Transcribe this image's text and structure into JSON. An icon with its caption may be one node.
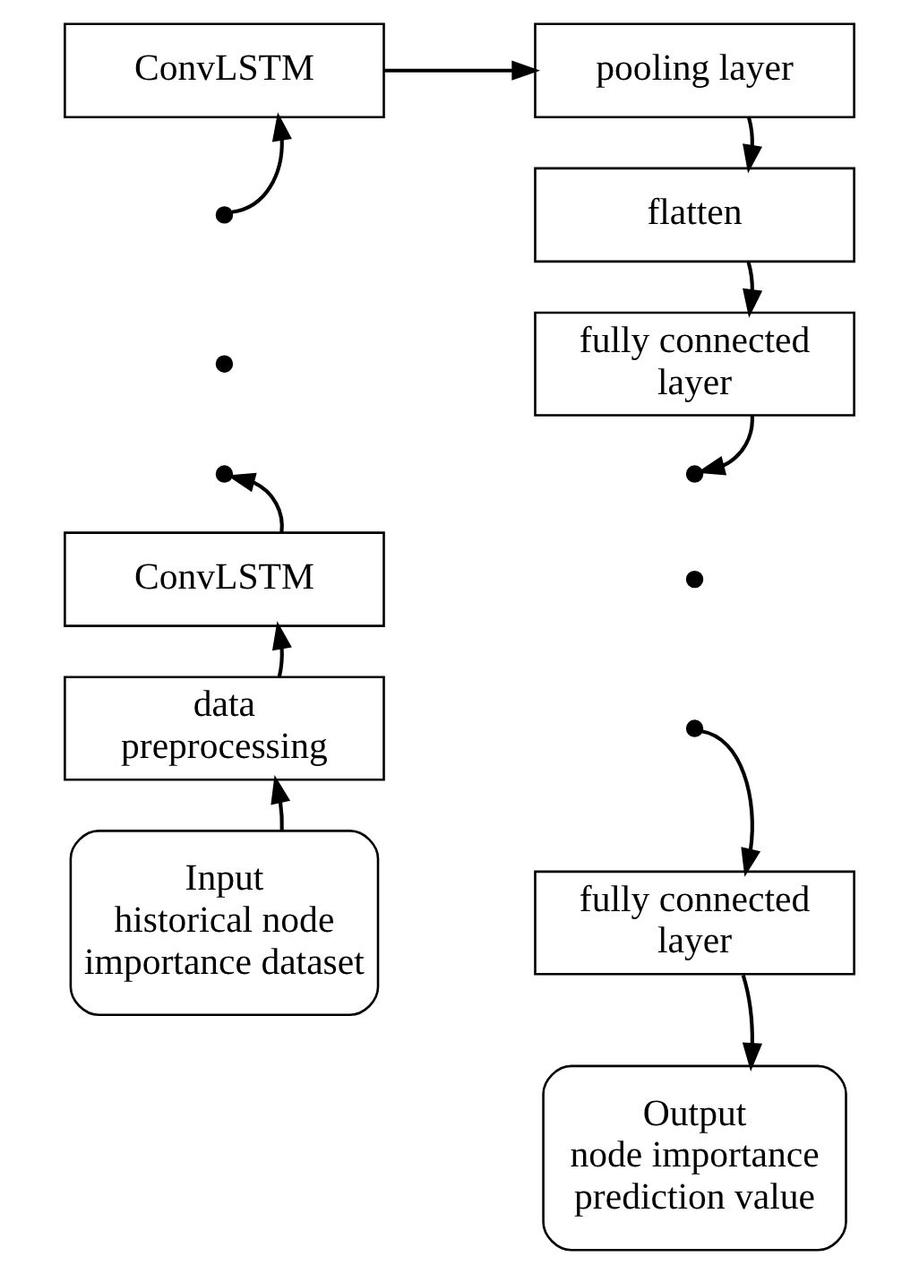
{
  "diagram": {
    "nodes": [
      {
        "text": [
          "Input historical node importance dataset"
        ]
      },
      {
        "text": [
          "data preprocessing"
        ]
      },
      {
        "text": [
          "ConvLSTM"
        ]
      },
      {
        "text": [],
        "shape": "dot"
      },
      {
        "text": [],
        "shape": "dot"
      },
      {
        "text": [],
        "shape": "dot"
      },
      {
        "text": [
          "ConvLSTM"
        ]
      },
      {
        "text": [
          "pooling layer"
        ]
      },
      {
        "text": [
          "flatten"
        ]
      },
      {
        "text": [
          "fully connected layer"
        ]
      },
      {
        "text": [],
        "shape": "dot"
      },
      {
        "text": [],
        "shape": "dot"
      },
      {
        "text": [],
        "shape": "dot"
      },
      {
        "text": [
          "fully connected layer"
        ]
      },
      {
        "text": [
          "Output node importance prediction value"
        ]
      }
    ],
    "edges": [
      {
        "from": 0,
        "to": 1,
        "arrow": "to"
      },
      {
        "from": 1,
        "to": 2,
        "arrow": "to"
      },
      {
        "from": 2,
        "to": 5,
        "arrow": "to"
      },
      {
        "from": 3,
        "to": 6,
        "arrow": "to"
      },
      {
        "from": 6,
        "to": 7,
        "arrow": "to"
      },
      {
        "from": 7,
        "to": 8,
        "arrow": "to"
      },
      {
        "from": 8,
        "to": 9,
        "arrow": "to"
      },
      {
        "from": 9,
        "to": 10,
        "arrow": "to"
      },
      {
        "from": 12,
        "to": 13,
        "arrow": "to"
      },
      {
        "from": 13,
        "to": 14,
        "arrow": "to"
      }
    ]
  }
}
